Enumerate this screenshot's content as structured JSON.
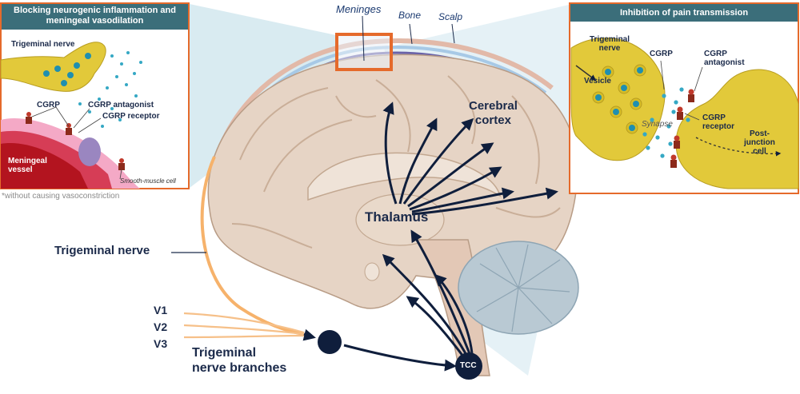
{
  "left_inset": {
    "title_line1": "Blocking neurogenic inflammation and",
    "title_line2": "meningeal vasodilation",
    "trigeminal_nerve": "Trigeminal nerve",
    "cgrp": "CGRP",
    "cgrp_antagonist": "CGRP antagonist",
    "cgrp_receptor": "CGRP receptor",
    "meningeal_vessel_line1": "Meningeal",
    "meningeal_vessel_line2": "vessel",
    "smooth_muscle": "Smooth-muscle cell",
    "footnote": "*without causing vasoconstriction"
  },
  "right_inset": {
    "title": "Inhibition of pain transmission",
    "trigeminal_line1": "Trigeminal",
    "trigeminal_line2": "nerve",
    "cgrp": "CGRP",
    "antagonist_line1": "CGRP",
    "antagonist_line2": "antagonist",
    "vesicle": "Vesicle",
    "synapse": "Synapse",
    "receptor_line1": "CGRP",
    "receptor_line2": "receptor",
    "post_line1": "Post-",
    "post_line2": "junction",
    "post_line3": "cell"
  },
  "brain": {
    "meninges": "Meninges",
    "bone": "Bone",
    "scalp": "Scalp",
    "cortex_line1": "Cerebral",
    "cortex_line2": "cortex",
    "thalamus": "Thalamus",
    "trigeminal_nerve": "Trigeminal nerve",
    "v1": "V1",
    "v2": "V2",
    "v3": "V3",
    "branches_line1": "Trigeminal",
    "branches_line2": "nerve branches",
    "tcc": "TCC"
  }
}
